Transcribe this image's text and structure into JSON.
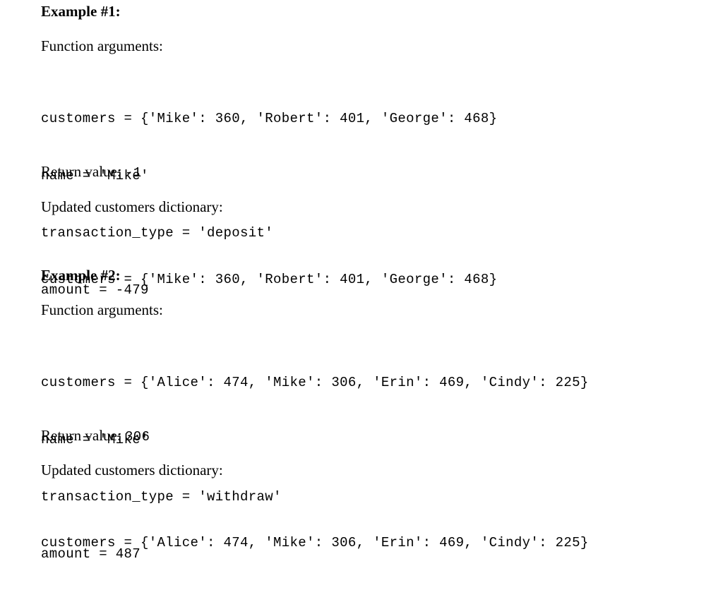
{
  "examples": [
    {
      "title": "Example #1:",
      "args_label": "Function arguments:",
      "args_lines": [
        "customers = {'Mike': 360, 'Robert': 401, 'George': 468}",
        "name = 'Mike'",
        "transaction_type = 'deposit'",
        "amount = -479"
      ],
      "return_label": "Return value: ",
      "return_value": "-1",
      "updated_label": "Updated customers dictionary:",
      "updated_line": "customers = {'Mike': 360, 'Robert': 401, 'George': 468}"
    },
    {
      "title": "Example #2:",
      "args_label": "Function arguments:",
      "args_lines": [
        "customers = {'Alice': 474, 'Mike': 306, 'Erin': 469, 'Cindy': 225}",
        "name = 'Mike'",
        "transaction_type = 'withdraw'",
        "amount = 487"
      ],
      "return_label": "Return value: ",
      "return_value": "306",
      "updated_label": "Updated customers dictionary:",
      "updated_line": "customers = {'Alice': 474, 'Mike': 306, 'Erin': 469, 'Cindy': 225}"
    }
  ]
}
